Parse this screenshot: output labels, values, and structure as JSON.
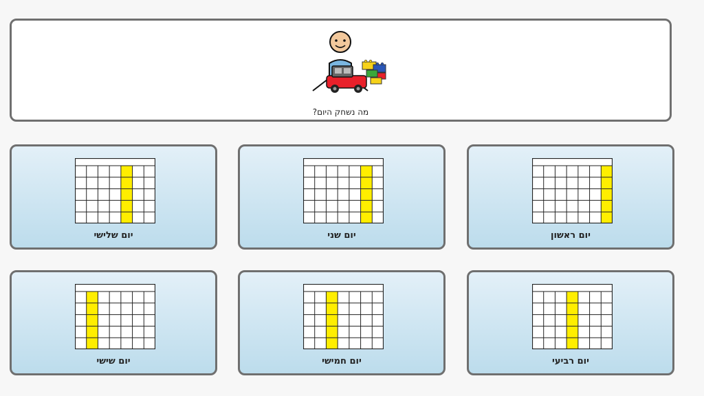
{
  "header": {
    "prompt": "מה נשחק היום?",
    "picture_icon": "child-playing-with-toys-icon"
  },
  "days": [
    {
      "label": "יום ראשון",
      "highlight_column": 7,
      "icon": "calendar-icon"
    },
    {
      "label": "יום שני",
      "highlight_column": 6,
      "icon": "calendar-icon"
    },
    {
      "label": "יום שלישי",
      "highlight_column": 5,
      "icon": "calendar-icon"
    },
    {
      "label": "יום רביעי",
      "highlight_column": 4,
      "icon": "calendar-icon"
    },
    {
      "label": "יום חמישי",
      "highlight_column": 3,
      "icon": "calendar-icon"
    },
    {
      "label": "יום שישי",
      "highlight_column": 2,
      "icon": "calendar-icon"
    }
  ],
  "colors": {
    "highlight": "#ffee00",
    "card_border": "#6f6f6f",
    "card_fill_top": "#e3f0f8",
    "card_fill_bottom": "#bcdcec"
  }
}
